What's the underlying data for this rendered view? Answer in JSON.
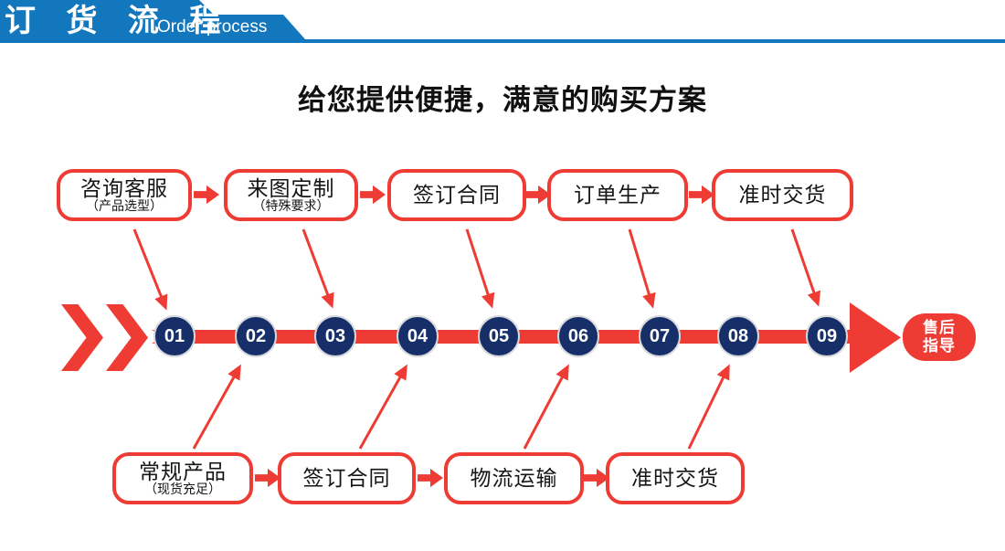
{
  "header": {
    "title": "订 货 流 程",
    "subtitle": "Order process"
  },
  "main_title": "给您提供便捷，满意的购买方案",
  "top_flow": {
    "boxes": [
      {
        "title": "咨询客服",
        "subtitle": "（产品选型）"
      },
      {
        "title": "来图定制",
        "subtitle": "（特殊要求）"
      },
      {
        "title": "签订合同",
        "subtitle": ""
      },
      {
        "title": "订单生产",
        "subtitle": ""
      },
      {
        "title": "准时交货",
        "subtitle": ""
      }
    ]
  },
  "bottom_flow": {
    "boxes": [
      {
        "title": "常规产品",
        "subtitle": "（现货充足）"
      },
      {
        "title": "签订合同",
        "subtitle": ""
      },
      {
        "title": "物流运输",
        "subtitle": ""
      },
      {
        "title": "准时交货",
        "subtitle": ""
      }
    ]
  },
  "timeline": {
    "steps": [
      "01",
      "02",
      "03",
      "04",
      "05",
      "06",
      "07",
      "08",
      "09"
    ],
    "end_badge": {
      "line1": "售后",
      "line2": "指导"
    }
  },
  "colors": {
    "red": "#ee3b33",
    "navy": "#172f68",
    "header_blue": "#1277bd"
  }
}
